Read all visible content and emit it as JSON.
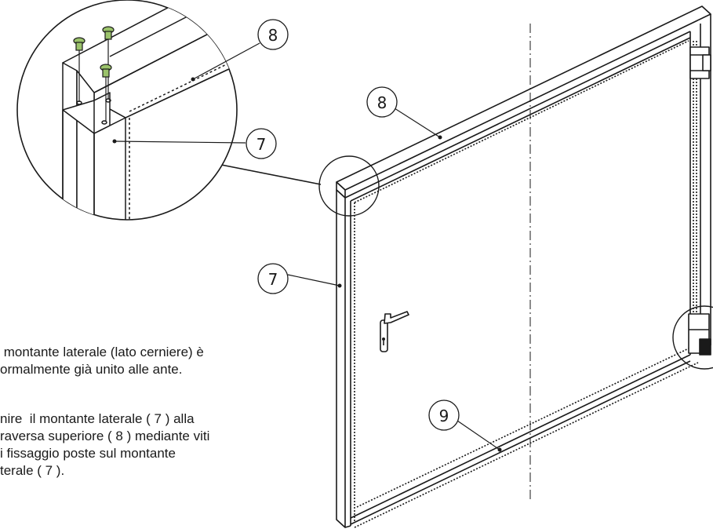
{
  "callouts": {
    "top_rail_detail": "8",
    "top_rail_main": "8",
    "side_post_detail": "7",
    "side_post_main": "7",
    "bottom_rail": "9"
  },
  "notes": {
    "note_1": " montante laterale (lato cerniere) è\normalmente già unito alle ante.",
    "note_2": "nire  il montante laterale ( 7 ) alla\nraversa superiore ( 8 ) mediante viti\ni fissaggio poste sul montante\nterale ( 7 )."
  },
  "colors": {
    "line": "#1a1a1a",
    "screw": "#9bc36b",
    "accent_fill": "#f2f2f2"
  }
}
